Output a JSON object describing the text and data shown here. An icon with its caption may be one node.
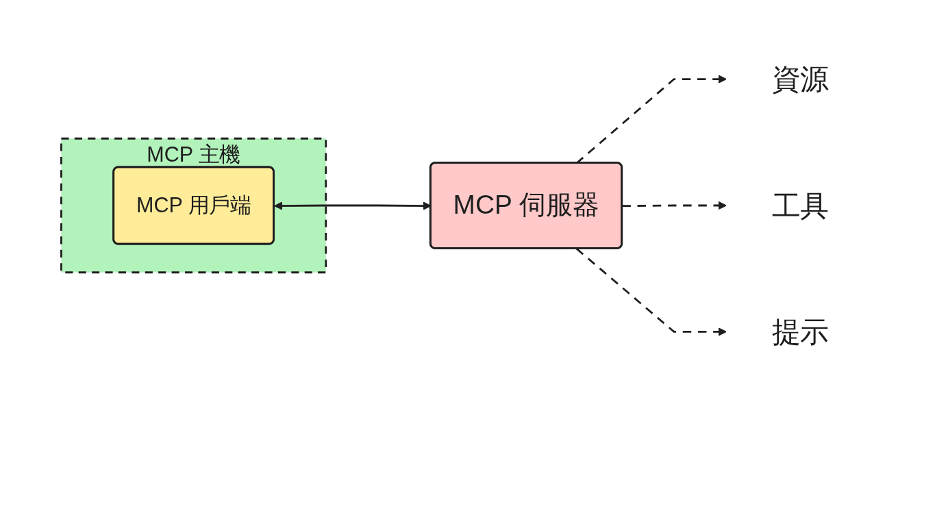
{
  "diagram": {
    "nodes": [
      {
        "text": [
          "MCP 主機"
        ]
      },
      {
        "text": [
          "MCP 用戶端"
        ],
        "in": 0
      },
      {
        "text": [
          "MCP 伺服器"
        ]
      },
      {
        "text": [
          "資源"
        ]
      },
      {
        "text": [
          "工具"
        ]
      },
      {
        "text": [
          "提示"
        ]
      }
    ],
    "edges": [
      {
        "from": 1,
        "to": 2,
        "arrow": "both"
      },
      {
        "from": 2,
        "to": 3,
        "arrow": "to",
        "style": "dashed"
      },
      {
        "from": 2,
        "to": 4,
        "arrow": "to",
        "style": "dashed"
      },
      {
        "from": 2,
        "to": 5,
        "arrow": "to",
        "style": "dashed"
      }
    ]
  }
}
